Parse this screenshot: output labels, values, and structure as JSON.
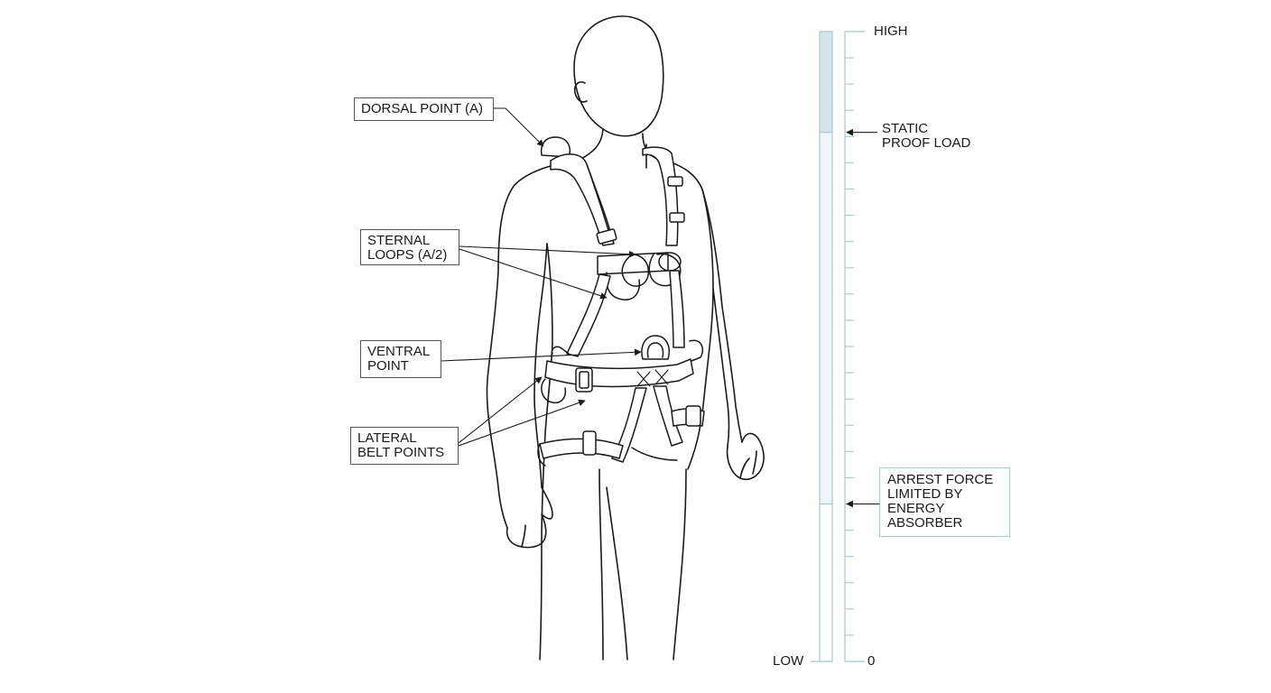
{
  "labels": {
    "dorsal": "DORSAL POINT (A)",
    "sternal": [
      "STERNAL",
      "LOOPS (A/2)"
    ],
    "ventral": [
      "VENTRAL",
      "POINT"
    ],
    "lateral": [
      "LATERAL",
      "BELT POINTS"
    ]
  },
  "scale": {
    "high": "HIGH",
    "low": "LOW",
    "zero": "0",
    "static": [
      "STATIC",
      "PROOF LOAD"
    ],
    "arrest": [
      "ARREST FORCE",
      "LIMITED BY",
      "ENERGY",
      "ABSORBER"
    ],
    "static_level": 0.84,
    "arrest_level": 0.25
  },
  "colors": {
    "line": "#1a1a1a",
    "bar_fill_upper": "#d6e4ea",
    "bar_fill_lower": "#eef5f8",
    "bar_border": "#a9c6d3",
    "callout_border": "#555555"
  }
}
